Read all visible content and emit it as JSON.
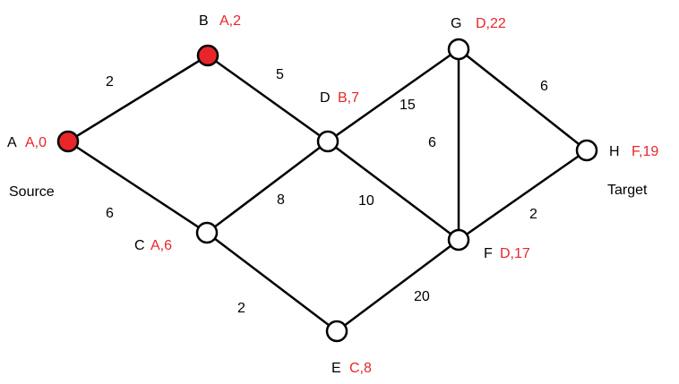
{
  "colors": {
    "visited": "#e8262a",
    "unvisited": "#ffffff",
    "distance_text": "#e8262a"
  },
  "nodes": [
    {
      "id": "A",
      "name": "A",
      "dist": "A,0",
      "visited": true,
      "note": "Source"
    },
    {
      "id": "B",
      "name": "B",
      "dist": "A,2",
      "visited": true
    },
    {
      "id": "C",
      "name": "C",
      "dist": "A,6",
      "visited": false
    },
    {
      "id": "D",
      "name": "D",
      "dist": "B,7",
      "visited": false
    },
    {
      "id": "E",
      "name": "E",
      "dist": "C,8",
      "visited": false
    },
    {
      "id": "F",
      "name": "F",
      "dist": "D,17",
      "visited": false
    },
    {
      "id": "G",
      "name": "G",
      "dist": "D,22",
      "visited": false
    },
    {
      "id": "H",
      "name": "H",
      "dist": "F,19",
      "visited": false,
      "note": "Target"
    }
  ],
  "edges": [
    {
      "from": "A",
      "to": "B",
      "weight": "2"
    },
    {
      "from": "A",
      "to": "C",
      "weight": "6"
    },
    {
      "from": "B",
      "to": "D",
      "weight": "5"
    },
    {
      "from": "C",
      "to": "D",
      "weight": "8"
    },
    {
      "from": "C",
      "to": "E",
      "weight": "2"
    },
    {
      "from": "D",
      "to": "G",
      "weight": "15"
    },
    {
      "from": "D",
      "to": "F",
      "weight": "10"
    },
    {
      "from": "G",
      "to": "F",
      "weight": "6"
    },
    {
      "from": "G",
      "to": "H",
      "weight": "6"
    },
    {
      "from": "F",
      "to": "H",
      "weight": "2"
    },
    {
      "from": "E",
      "to": "F",
      "weight": "20"
    }
  ]
}
